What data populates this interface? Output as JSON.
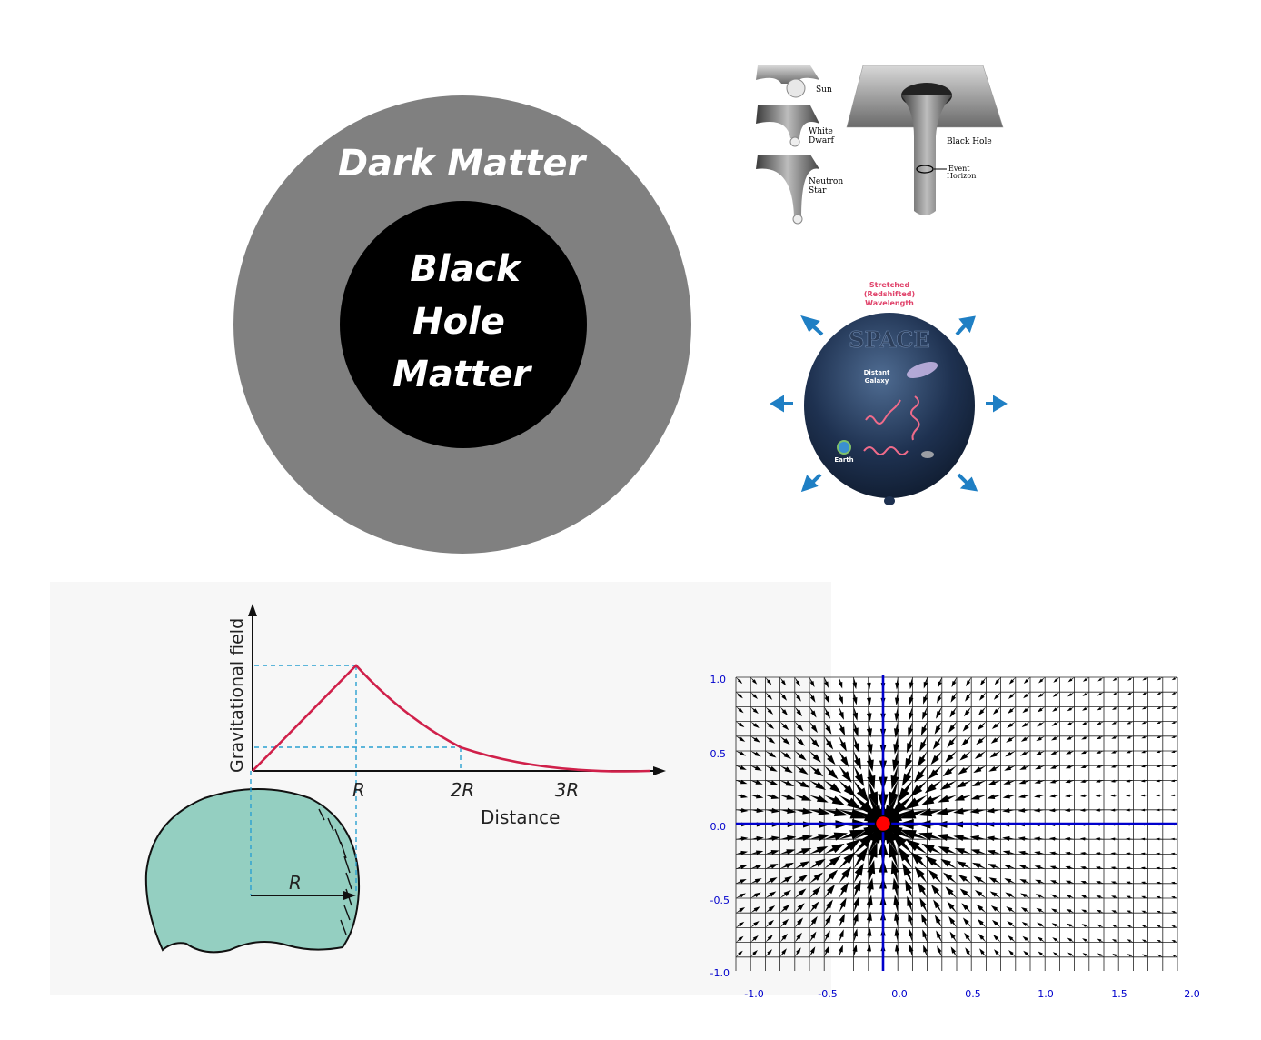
{
  "concentric": {
    "outer_label": "Dark Matter",
    "inner_label_1": "Black",
    "inner_label_2": "Hole",
    "inner_label_3": "Matter",
    "outer_color": "#808080",
    "inner_color": "#000000"
  },
  "wells": {
    "sun": "Sun",
    "white_dwarf_1": "White",
    "white_dwarf_2": "Dwarf",
    "neutron_1": "Neutron",
    "neutron_2": "Star",
    "black_hole": "Black Hole",
    "event_1": "Event",
    "event_2": "Horizon"
  },
  "balloon": {
    "caption_1": "Stretched",
    "caption_2": "(Redshifted)",
    "caption_3": "Wavelength",
    "title": "SPACE",
    "galaxy_1": "Distant",
    "galaxy_2": "Galaxy",
    "earth": "Earth"
  },
  "field_graph": {
    "ylabel": "Gravitational field",
    "xlabel": "Distance",
    "tick_1": "R",
    "tick_2": "2R",
    "tick_3": "3R",
    "radius_label": "R",
    "curve_color": "#d0204a",
    "guide_color": "#2aa0d0",
    "sphere_color": "#94cfc1"
  },
  "quiver": {
    "y_ticks": [
      "1.0",
      "0.5",
      "0.0",
      "-0.5",
      "-1.0"
    ],
    "x_ticks": [
      "-1.0",
      "-0.5",
      "0.0",
      "0.5",
      "1.0",
      "1.5",
      "2.0"
    ],
    "axis_color": "#0000cc",
    "point_color": "#ff0000"
  }
}
